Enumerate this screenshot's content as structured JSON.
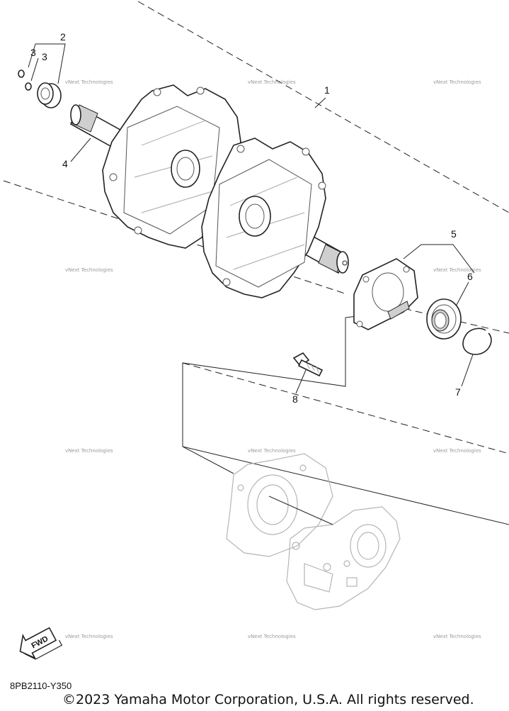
{
  "callouts": {
    "c1": "1",
    "c2": "2",
    "c3a": "3",
    "c3b": "3",
    "c4": "4",
    "c5": "5",
    "c6": "6",
    "c7": "7",
    "c8": "8"
  },
  "watermark_text": "vNext Technologies",
  "fwd_label": "FWD",
  "diagram_code": "8PB2110-Y350",
  "copyright": "©2023 Yamaha Motor Corporation, U.S.A. All rights reserved."
}
